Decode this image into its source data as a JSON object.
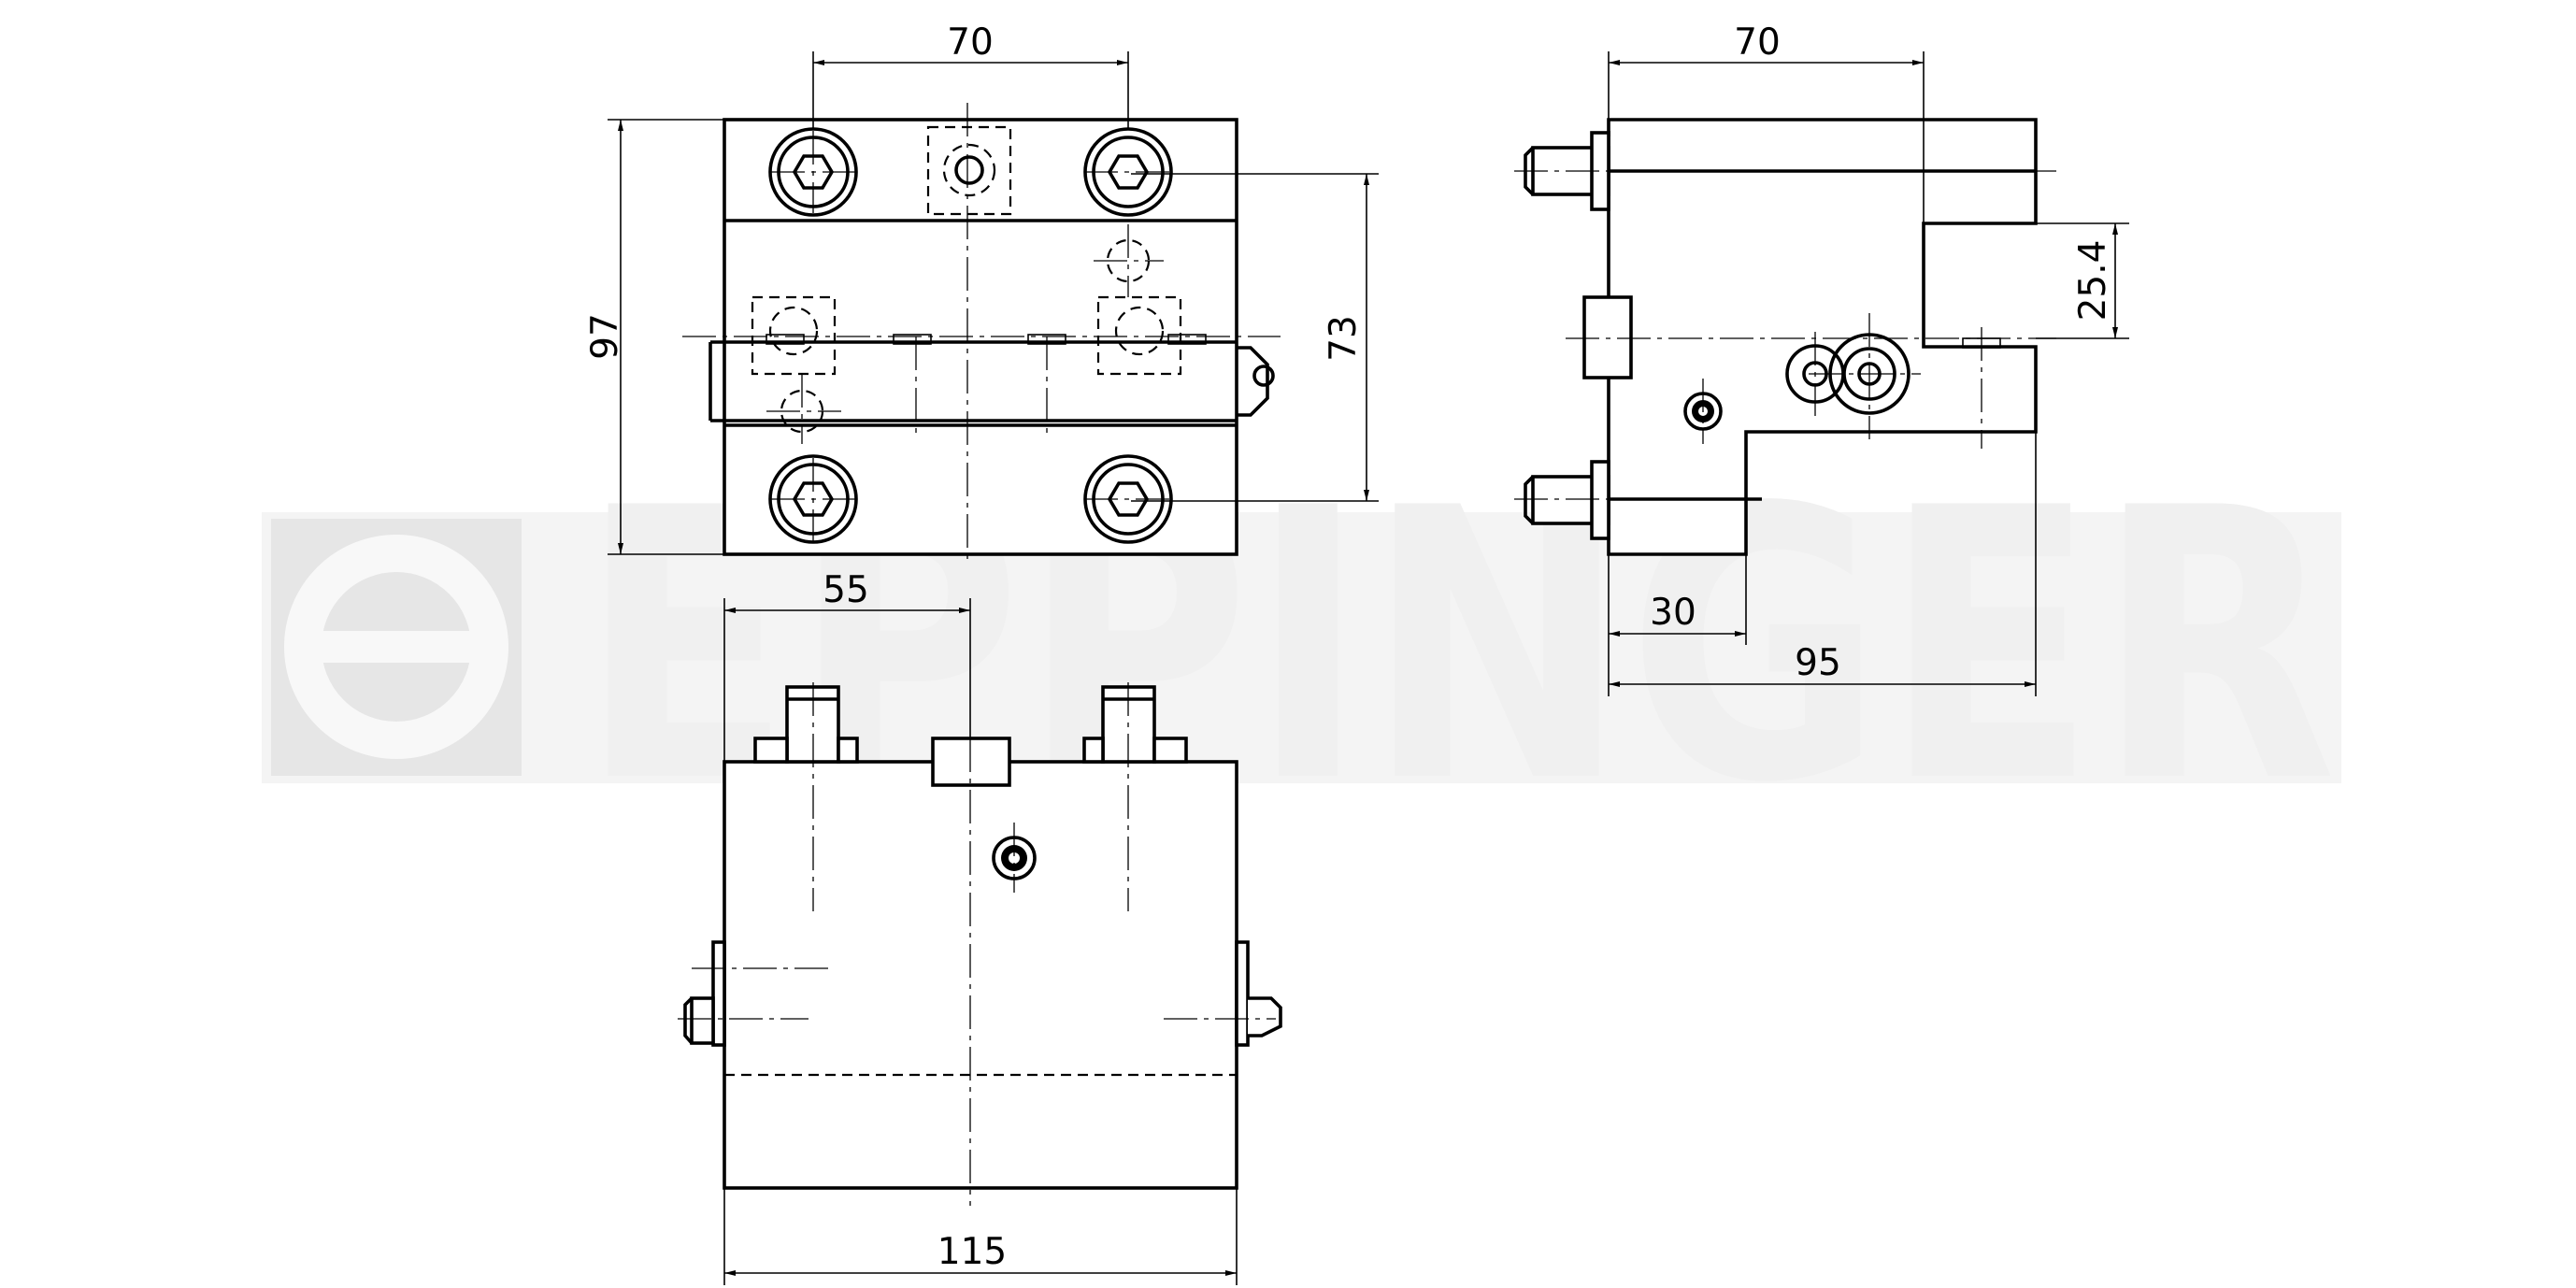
{
  "watermark": {
    "text": "EPPINGER",
    "color": "#f0f0f0",
    "icon": "eppinger-logo-icon"
  },
  "dimensions": {
    "front_width_top": "70",
    "front_height": "97",
    "front_bolt_spacing": "73",
    "side_width_top": "70",
    "side_step_height": "25.4",
    "side_step_width": "30",
    "side_total_width": "95",
    "bottom_offset": "55",
    "bottom_total_width": "115"
  },
  "colors": {
    "line": "#000000",
    "background": "#ffffff"
  }
}
